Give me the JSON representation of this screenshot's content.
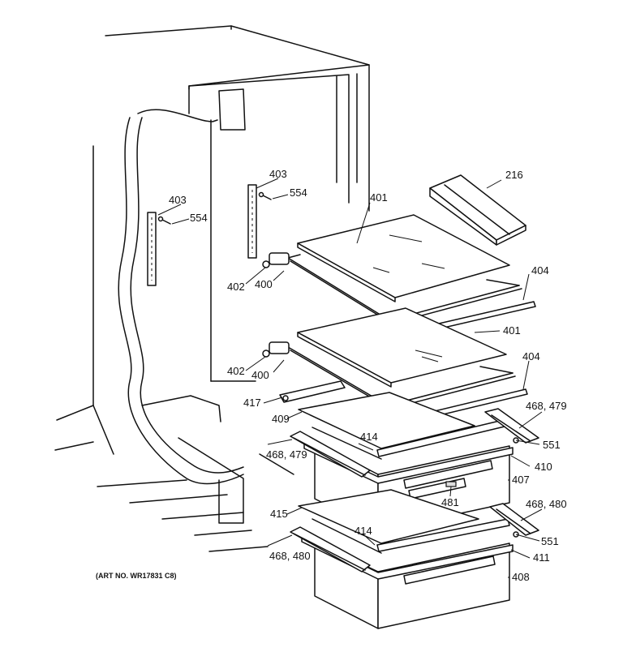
{
  "art_number": "(ART NO. WR17831 C8)",
  "labels": {
    "l216": "216",
    "l403a": "403",
    "l554a": "554",
    "l403b": "403",
    "l554b": "554",
    "l401a": "401",
    "l404a": "404",
    "l402a": "402",
    "l400a": "400",
    "l401b": "401",
    "l404b": "404",
    "l402b": "402",
    "l400b": "400",
    "l417": "417",
    "l409": "409",
    "l468_479a": "468, 479",
    "l414a": "414",
    "l551a": "551",
    "l468_479b": "468, 479",
    "l410": "410",
    "l407": "407",
    "l481": "481",
    "l468_480a": "468, 480",
    "l415": "415",
    "l414b": "414",
    "l551b": "551",
    "l411": "411",
    "l468_480b": "468, 480",
    "l408": "408"
  }
}
